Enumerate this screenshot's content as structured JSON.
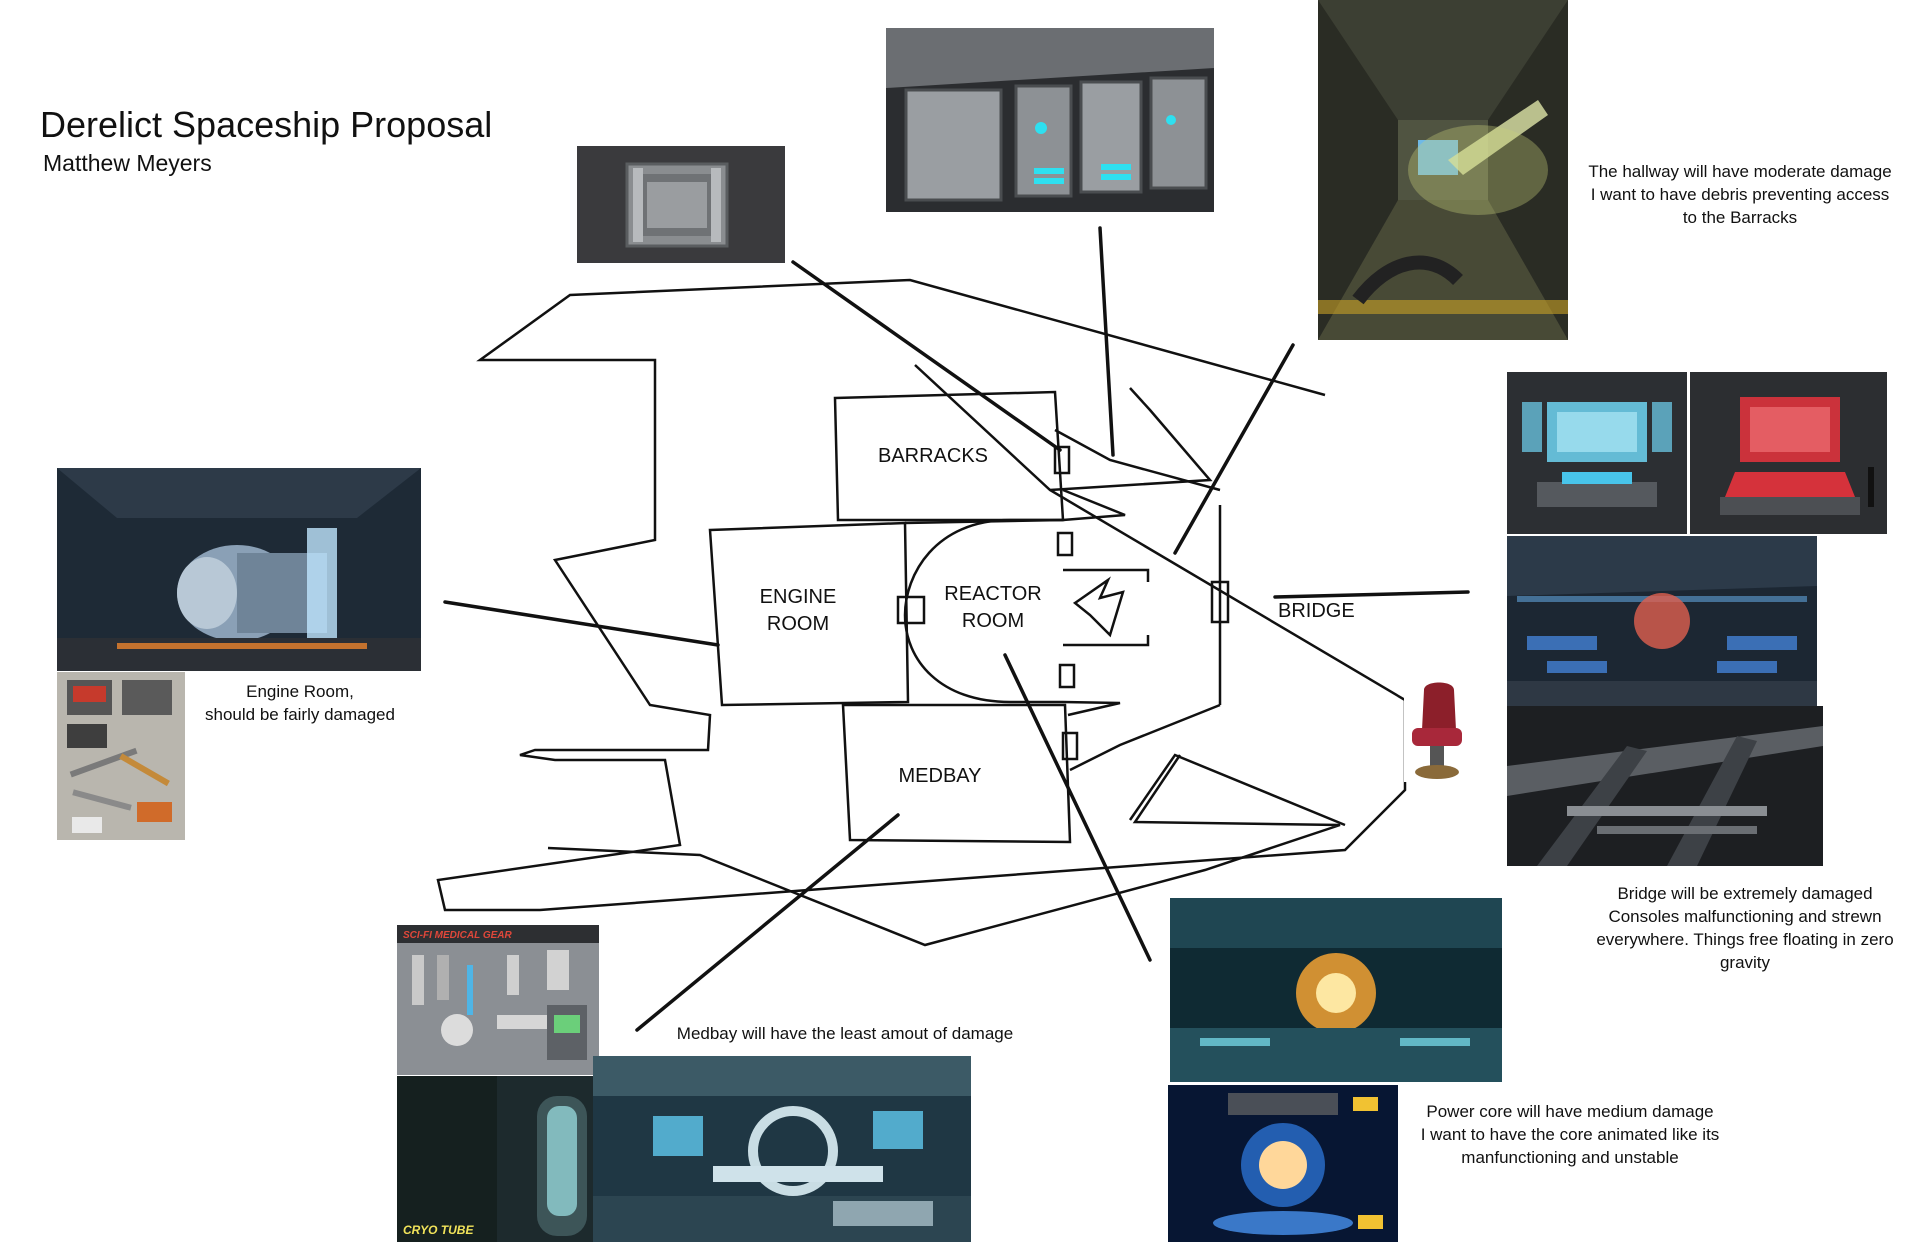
{
  "header": {
    "title": "Derelict Spaceship Proposal",
    "author": "Matthew Meyers"
  },
  "rooms": {
    "barracks": "BARRACKS",
    "engine_line1": "ENGINE",
    "engine_line2": "ROOM",
    "reactor_line1": "REACTOR",
    "reactor_line2": "ROOM",
    "bridge": "BRIDGE",
    "medbay": "MEDBAY"
  },
  "captions": {
    "hallway": [
      "The hallway will have moderate damage",
      "I want to have debris preventing access",
      "to the Barracks"
    ],
    "engine": [
      "Engine Room,",
      "should be fairly damaged"
    ],
    "bridge": [
      "Bridge will be extremely damaged",
      "Consoles malfunctioning and strewn",
      "everywhere. Things free floating in zero",
      "gravity"
    ],
    "medbay": [
      "Medbay will have the least amout of damage"
    ],
    "power": [
      "Power core will have medium damage",
      "I want to have the core animated like its",
      "manfunctioning and unstable"
    ]
  },
  "image_labels": {
    "medical_gear": "SCI-FI MEDICAL GEAR",
    "cryo_tube": "CRYO TUBE"
  }
}
